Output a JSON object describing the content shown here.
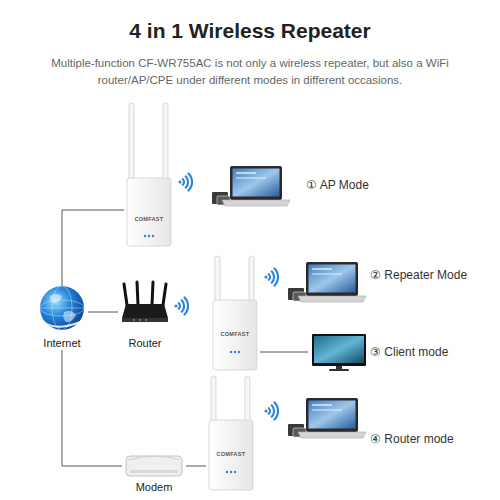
{
  "diagram": {
    "title": "4 in 1 Wireless Repeater",
    "caption": "Multiple-function CF-WR755AC is not only a wireless repeater, but also a WiFi router/AP/CPE under different modes in different occasions.",
    "nodes": [
      {
        "text": [
          "Internet"
        ]
      },
      {
        "text": [
          "Router"
        ]
      },
      {
        "text": [
          "Modem"
        ]
      },
      {
        "text": [
          "COMFAST"
        ]
      },
      {
        "text": [
          "COMFAST"
        ]
      },
      {
        "text": [
          "COMFAST"
        ]
      },
      {
        "text": [
          "① AP Mode"
        ]
      },
      {
        "text": [
          "② Repeater Mode"
        ]
      },
      {
        "text": [
          "③ Client mode"
        ]
      },
      {
        "text": [
          "④ Router mode"
        ]
      }
    ],
    "edges": [
      {
        "from": 0,
        "to": 3,
        "arrow": "none"
      },
      {
        "from": 0,
        "to": 1,
        "arrow": "none"
      },
      {
        "from": 0,
        "to": 2,
        "arrow": "none"
      },
      {
        "from": 2,
        "to": 5,
        "arrow": "none"
      },
      {
        "from": 4,
        "to": 8,
        "arrow": "none"
      }
    ]
  }
}
